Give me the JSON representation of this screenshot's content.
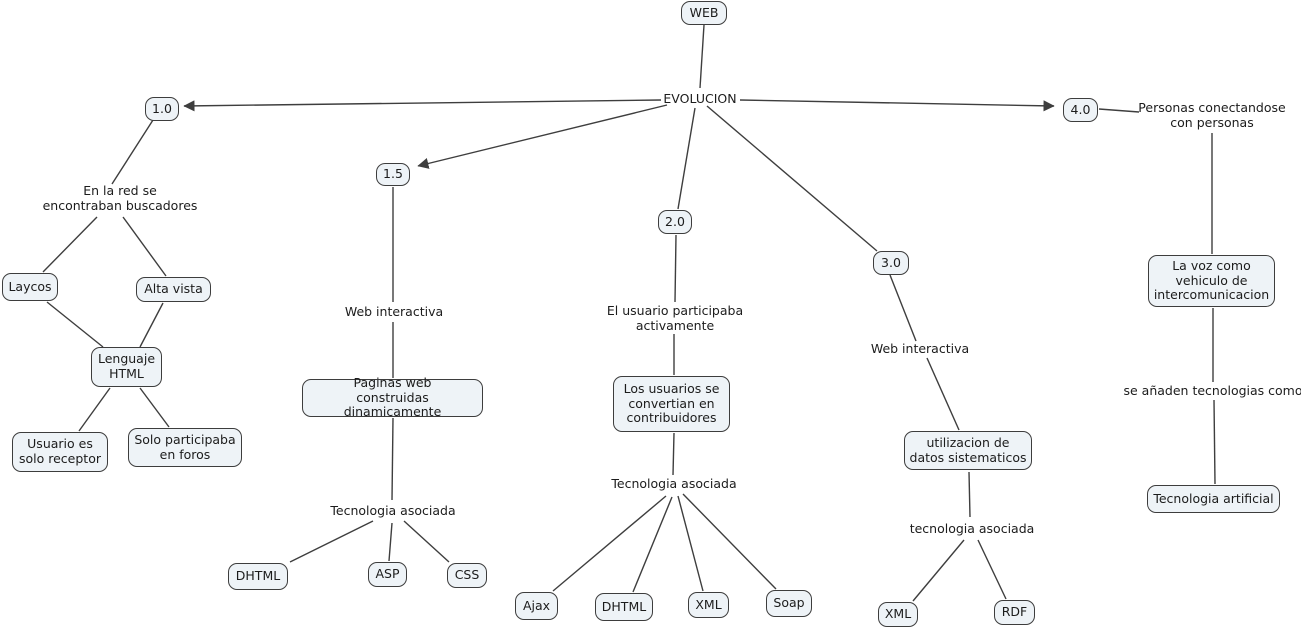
{
  "colors": {
    "background": "#ffffff",
    "node-fill": "#eef3f7",
    "node-border": "#3d3d3d",
    "line": "#3e3e3e",
    "text": "#1c1c1c"
  },
  "nodes": {
    "web": {
      "label": "WEB"
    },
    "evolucion": {
      "label": "EVOLUCION"
    },
    "v10": {
      "label": "1.0"
    },
    "v15": {
      "label": "1.5"
    },
    "v20": {
      "label": "2.0"
    },
    "v30": {
      "label": "3.0"
    },
    "v40": {
      "label": "4.0"
    },
    "enlared": {
      "label": "En la red se\nencontraban buscadores"
    },
    "laycos": {
      "label": "Laycos"
    },
    "altavista": {
      "label": "Alta vista"
    },
    "lenguaje": {
      "label": "Lenguaje\nHTML"
    },
    "usuario": {
      "label": "Usuario es\nsolo receptor"
    },
    "soloforos": {
      "label": "Solo participaba\nen foros"
    },
    "webinteractiva15": {
      "label": "Web interactiva"
    },
    "paginas": {
      "label": "Paginas web\nconstruidas dinamicamente"
    },
    "tecasociada15": {
      "label": "Tecnologia asociada"
    },
    "dhtml15": {
      "label": "DHTML"
    },
    "asp": {
      "label": "ASP"
    },
    "css": {
      "label": "CSS"
    },
    "elusuario": {
      "label": "El usuario participaba\nactivamente"
    },
    "losusuarios": {
      "label": "Los usuarios se\nconvertian en\ncontribuidores"
    },
    "tecasociada20": {
      "label": "Tecnologia asociada"
    },
    "ajax": {
      "label": "Ajax"
    },
    "dhtml20": {
      "label": "DHTML"
    },
    "xml20": {
      "label": "XML"
    },
    "soap": {
      "label": "Soap"
    },
    "webinteractiva30": {
      "label": "Web interactiva"
    },
    "utilizacion": {
      "label": "utilizacion de\ndatos sistematicos"
    },
    "tecasociada30": {
      "label": "tecnologia asociada"
    },
    "xml30": {
      "label": "XML"
    },
    "rdf": {
      "label": "RDF"
    },
    "personas": {
      "label": "Personas conectandose\ncon personas"
    },
    "lavoz": {
      "label": "La voz como\nvehiculo de\nintercomunicacion"
    },
    "seanaden": {
      "label": "se añaden tecnologias como"
    },
    "tecartificial": {
      "label": "Tecnologia artificial"
    }
  },
  "edges": [
    {
      "from": "web",
      "to": "evolucion",
      "arrow": false
    },
    {
      "from": "evolucion",
      "to": "v10",
      "arrow": true
    },
    {
      "from": "evolucion",
      "to": "v15",
      "arrow": true
    },
    {
      "from": "evolucion",
      "to": "v20",
      "arrow": false
    },
    {
      "from": "evolucion",
      "to": "v30",
      "arrow": false
    },
    {
      "from": "evolucion",
      "to": "v40",
      "arrow": true
    },
    {
      "from": "v40",
      "to": "personas",
      "arrow": false
    },
    {
      "from": "v10",
      "to": "enlared",
      "arrow": false
    },
    {
      "from": "enlared",
      "to": "laycos",
      "arrow": false
    },
    {
      "from": "enlared",
      "to": "altavista",
      "arrow": false
    },
    {
      "from": "laycos",
      "to": "lenguaje",
      "arrow": false
    },
    {
      "from": "altavista",
      "to": "lenguaje",
      "arrow": false
    },
    {
      "from": "lenguaje",
      "to": "usuario",
      "arrow": false
    },
    {
      "from": "lenguaje",
      "to": "soloforos",
      "arrow": false
    },
    {
      "from": "v15",
      "to": "webinteractiva15",
      "arrow": false
    },
    {
      "from": "webinteractiva15",
      "to": "paginas",
      "arrow": false
    },
    {
      "from": "paginas",
      "to": "tecasociada15",
      "arrow": false
    },
    {
      "from": "tecasociada15",
      "to": "dhtml15",
      "arrow": false
    },
    {
      "from": "tecasociada15",
      "to": "asp",
      "arrow": false
    },
    {
      "from": "tecasociada15",
      "to": "css",
      "arrow": false
    },
    {
      "from": "v20",
      "to": "elusuario",
      "arrow": false
    },
    {
      "from": "elusuario",
      "to": "losusuarios",
      "arrow": false
    },
    {
      "from": "losusuarios",
      "to": "tecasociada20",
      "arrow": false
    },
    {
      "from": "tecasociada20",
      "to": "ajax",
      "arrow": false
    },
    {
      "from": "tecasociada20",
      "to": "dhtml20",
      "arrow": false
    },
    {
      "from": "tecasociada20",
      "to": "xml20",
      "arrow": false
    },
    {
      "from": "tecasociada20",
      "to": "soap",
      "arrow": false
    },
    {
      "from": "v30",
      "to": "webinteractiva30",
      "arrow": false
    },
    {
      "from": "webinteractiva30",
      "to": "utilizacion",
      "arrow": false
    },
    {
      "from": "utilizacion",
      "to": "tecasociada30",
      "arrow": false
    },
    {
      "from": "tecasociada30",
      "to": "xml30",
      "arrow": false
    },
    {
      "from": "tecasociada30",
      "to": "rdf",
      "arrow": false
    },
    {
      "from": "personas",
      "to": "lavoz",
      "arrow": false
    },
    {
      "from": "lavoz",
      "to": "seanaden",
      "arrow": false
    },
    {
      "from": "seanaden",
      "to": "tecartificial",
      "arrow": false
    }
  ]
}
